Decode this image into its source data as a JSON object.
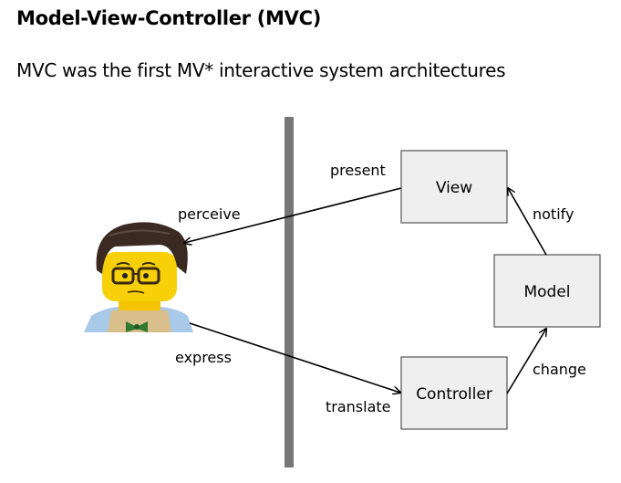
{
  "title": "Model-View-Controller (MVC)",
  "subtitle": "MVC was the first MV* interactive system architectures",
  "diagram": {
    "nodes": {
      "view": "View",
      "model": "Model",
      "controller": "Controller"
    },
    "edges": {
      "present": "present",
      "perceive": "perceive",
      "notify": "notify",
      "change": "change",
      "express": "express",
      "translate": "translate"
    },
    "colors": {
      "box_fill": "#efefef",
      "box_stroke": "#555555",
      "divider": "#777777"
    }
  }
}
